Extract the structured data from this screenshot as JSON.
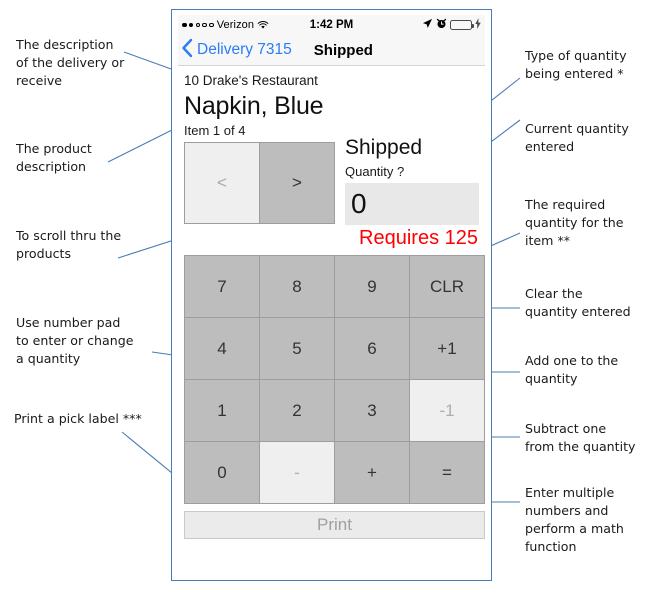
{
  "phone": {
    "status_bar": {
      "signal_dots_filled": 2,
      "signal_dots_total": 5,
      "carrier": "Verizon",
      "wifi_icon": "wifi-icon",
      "time": "1:42 PM",
      "location_icon": "location-arrow-icon",
      "alarm_icon": "alarm-clock-icon",
      "battery_icon": "battery-icon",
      "charging_icon": "lightning-bolt-icon",
      "battery_color": "#4cd964"
    },
    "nav_bar": {
      "back_icon": "chevron-left-icon",
      "back_label": "Delivery 7315",
      "title": "Shipped",
      "accent_color": "#2b7cf7"
    },
    "content": {
      "customer": "10 Drake's Restaurant",
      "product": "Napkin, Blue",
      "item_counter": "Item 1 of 4",
      "prev_button": "<",
      "next_button": ">",
      "qty_type": "Shipped",
      "qty_label": "Quantity ?",
      "qty_value": "0",
      "requires": "Requires 125",
      "requires_color": "#ff0000",
      "print_button": "Print"
    },
    "keypad": [
      {
        "label": "7",
        "name": "key-7",
        "disabled": false
      },
      {
        "label": "8",
        "name": "key-8",
        "disabled": false
      },
      {
        "label": "9",
        "name": "key-9",
        "disabled": false
      },
      {
        "label": "CLR",
        "name": "key-clear",
        "disabled": false
      },
      {
        "label": "4",
        "name": "key-4",
        "disabled": false
      },
      {
        "label": "5",
        "name": "key-5",
        "disabled": false
      },
      {
        "label": "6",
        "name": "key-6",
        "disabled": false
      },
      {
        "label": "+1",
        "name": "key-plus-one",
        "disabled": false
      },
      {
        "label": "1",
        "name": "key-1",
        "disabled": false
      },
      {
        "label": "2",
        "name": "key-2",
        "disabled": false
      },
      {
        "label": "3",
        "name": "key-3",
        "disabled": false
      },
      {
        "label": "-1",
        "name": "key-minus-one",
        "disabled": true
      },
      {
        "label": "0",
        "name": "key-0",
        "disabled": false
      },
      {
        "label": "-",
        "name": "key-minus",
        "disabled": true
      },
      {
        "label": "+",
        "name": "key-plus",
        "disabled": false
      },
      {
        "label": "=",
        "name": "key-equals",
        "disabled": false
      }
    ]
  },
  "annotations": {
    "left": [
      {
        "name": "annotation-delivery-description",
        "text": "The description\nof the delivery or\nreceive"
      },
      {
        "name": "annotation-product-description",
        "text": "The product\ndescription"
      },
      {
        "name": "annotation-scroll-products",
        "text": "To scroll thru the\nproducts"
      },
      {
        "name": "annotation-number-pad",
        "text": "Use number pad\nto enter or change\na quantity"
      },
      {
        "name": "annotation-print-pick-label",
        "text": "Print a pick label ***"
      }
    ],
    "right": [
      {
        "name": "annotation-quantity-type",
        "text": "Type of quantity\nbeing entered *"
      },
      {
        "name": "annotation-current-quantity",
        "text": "Current quantity\nentered"
      },
      {
        "name": "annotation-required-quantity",
        "text": "The required\nquantity for the\nitem **"
      },
      {
        "name": "annotation-clear-quantity",
        "text": "Clear the\nquantity entered"
      },
      {
        "name": "annotation-add-one",
        "text": "Add one to the\nquantity"
      },
      {
        "name": "annotation-subtract-one",
        "text": "Subtract one\nfrom the quantity"
      },
      {
        "name": "annotation-math-function",
        "text": "Enter multiple\nnumbers and\nperform a math\nfunction"
      }
    ],
    "leader_color": "#4a7db5"
  }
}
